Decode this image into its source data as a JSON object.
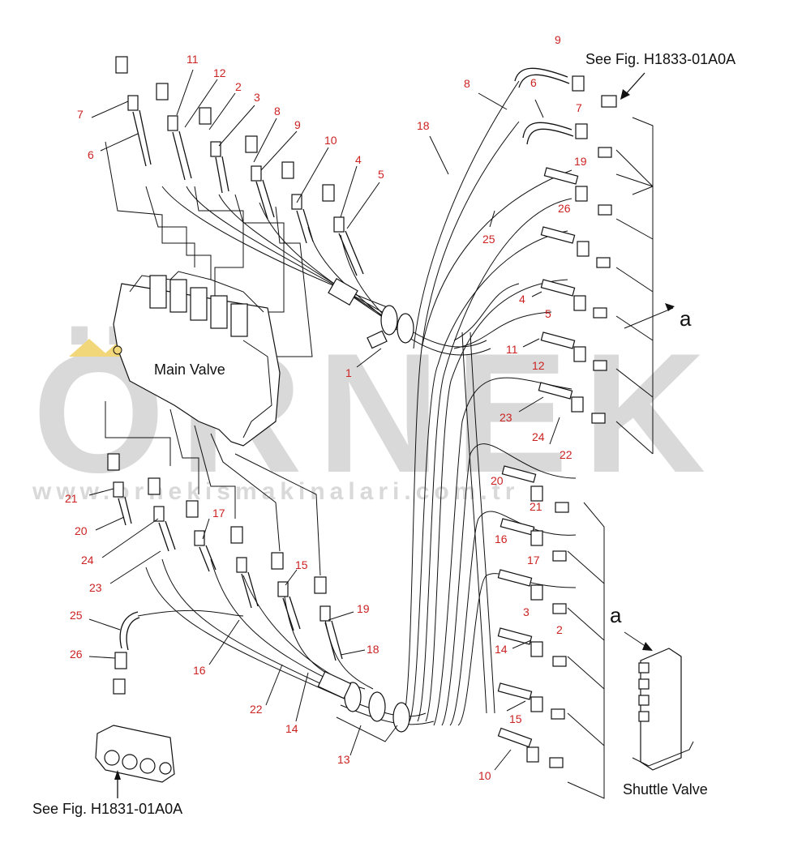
{
  "watermark": {
    "brand": "ÖRNEK",
    "url": "www.ornekismakinalari.com.tr",
    "color": "#d9d9d9",
    "accent": "#f2d77a"
  },
  "labels": {
    "main_valve": "Main Valve",
    "shuttle_valve": "Shuttle Valve",
    "see_fig_top": "See Fig. H1833-01A0A",
    "see_fig_bottom": "See Fig. H1831-01A0A",
    "arrow_letter": "a"
  },
  "callout_color": "#cc2222",
  "callouts": {
    "c7a": "7",
    "c6a": "6",
    "c11a": "11",
    "c12a": "12",
    "c2a": "2",
    "c3a": "3",
    "c8a": "8",
    "c9a": "9",
    "c10a": "10",
    "c4a": "4",
    "c5a": "5",
    "c18a": "18",
    "c1": "1",
    "c8b": "8",
    "c6b": "6",
    "c9b": "9",
    "c7b": "7",
    "c19a": "19",
    "c26a": "26",
    "c25a": "25",
    "c4b": "4",
    "c5b": "5",
    "c11b": "11",
    "c12b": "12",
    "c23a": "23",
    "c24a": "24",
    "c22a": "22",
    "c20a": "20",
    "c21a": "21",
    "c16a": "16",
    "c17a": "17",
    "c3b": "3",
    "c2b": "2",
    "c14a": "14",
    "c15a": "15",
    "c10b": "10",
    "c21b": "21",
    "c20b": "20",
    "c24b": "24",
    "c23b": "23",
    "c17b": "17",
    "c15b": "15",
    "c19b": "19",
    "c18b": "18",
    "c25b": "25",
    "c26b": "26",
    "c16b": "16",
    "c22b": "22",
    "c14b": "14",
    "c13": "13"
  }
}
